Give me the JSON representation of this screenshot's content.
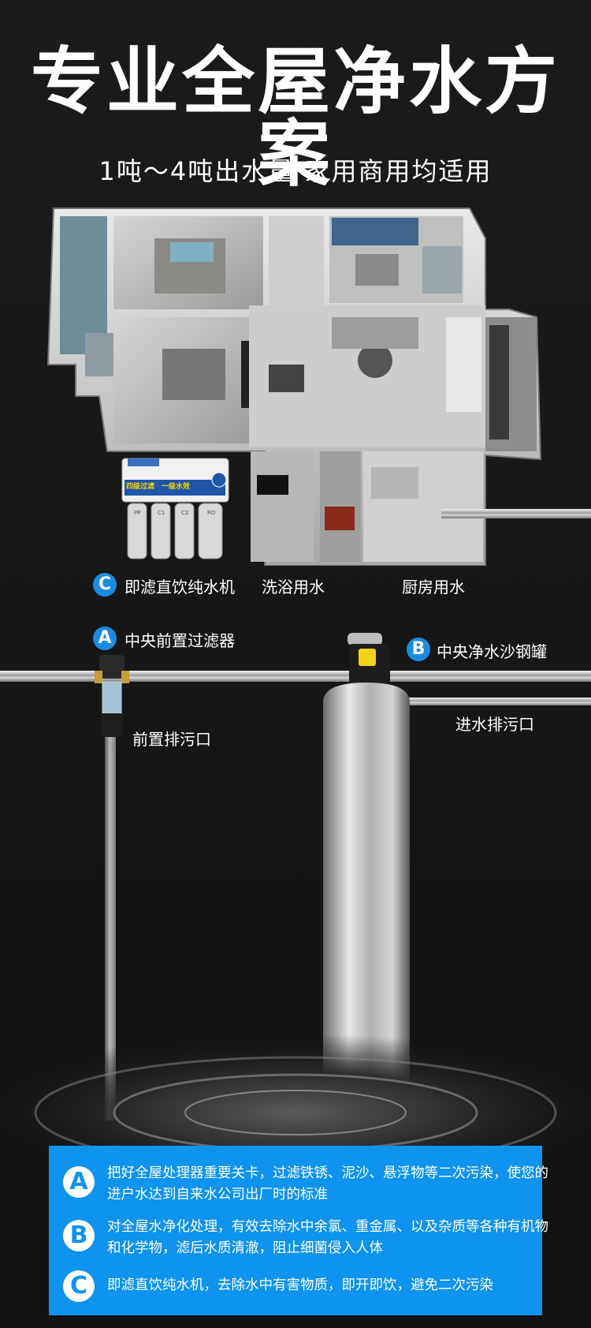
{
  "header": {
    "title": "专业全屋净水方案",
    "subtitle": "1吨～4吨出水量 家用商用均适用"
  },
  "purifier_text": {
    "brand": "四级过滤",
    "grade": "一级水效",
    "stages": [
      "PP",
      "C1",
      "C2",
      "RO"
    ]
  },
  "labels": {
    "c_point": "即滤直饮纯水机",
    "bath": "洗浴用水",
    "kitchen": "厨房用水",
    "a_point": "中央前置过滤器",
    "b_point": "中央净水沙钢罐",
    "front_drain": "前置排污口",
    "inlet_drain": "进水排污口"
  },
  "badges": {
    "a": "A",
    "b": "B",
    "c": "C"
  },
  "info": [
    {
      "letter": "A",
      "text": "把好全屋处理器重要关卡，过滤铁锈、泥沙、悬浮物等二次污染，使您的进户水达到自来水公司出厂时的标准"
    },
    {
      "letter": "B",
      "text": "对全屋水净化处理，有效去除水中余氯、重金属、以及杂质等各种有机物和化学物，滤后水质清澈，阻止细菌侵入人体"
    },
    {
      "letter": "C",
      "text": "即滤直饮纯水机，去除水中有害物质，即开即饮，避免二次污染"
    }
  ],
  "colors": {
    "accent": "#1a8be0",
    "panel": "#0e93ee",
    "background": "#161616"
  }
}
